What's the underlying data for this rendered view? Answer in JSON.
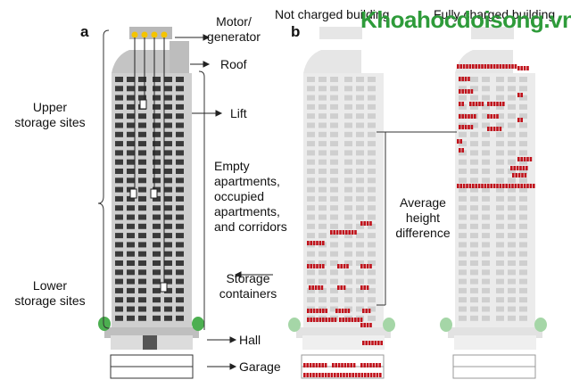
{
  "panels": {
    "a": "a",
    "b": "b"
  },
  "labels": {
    "motor_generator": [
      "Motor/",
      "generator"
    ],
    "roof": "Roof",
    "lift": "Lift",
    "upper_storage": [
      "Upper",
      "storage sites"
    ],
    "lower_storage": [
      "Lower",
      "storage sites"
    ],
    "apartments": [
      "Empty",
      "apartments,",
      "occupied",
      "apartments,",
      "and corridors"
    ],
    "storage_containers": [
      "Storage",
      "containers"
    ],
    "hall": "Hall",
    "garage": "Garage",
    "avg_height": [
      "Average",
      "height",
      "difference"
    ],
    "not_charged": "Not charged building",
    "fully_charged": "Fully charged building"
  },
  "watermark": {
    "text": "Khoahocdoisong.vn",
    "color": "#2e9b3a"
  },
  "colors": {
    "facade": "#cfcfcf",
    "facade_faded": "#ebebeb",
    "window": "#3a3a3a",
    "window_faded": "#cfcfcf",
    "container": "#c0121b",
    "motor": "#f4c400",
    "tree": "#4caf50"
  }
}
